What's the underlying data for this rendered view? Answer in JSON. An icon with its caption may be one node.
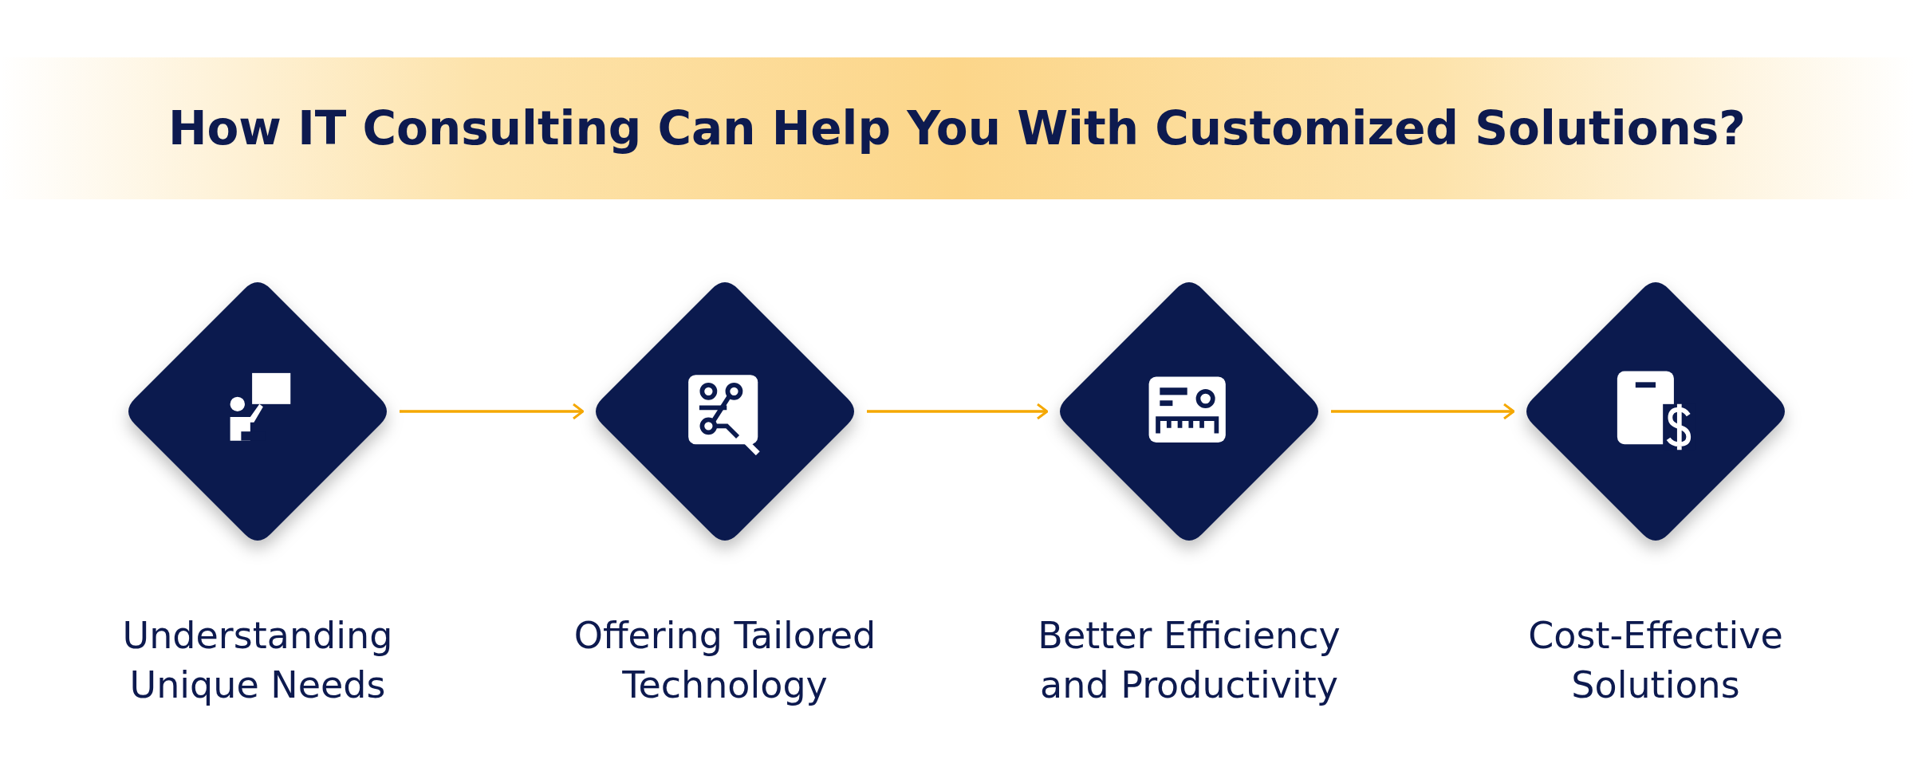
{
  "diagram": {
    "title": "How IT Consulting Can Help You With Customized Solutions?",
    "nodes": [
      {
        "text": [],
        "shape": "diamond",
        "beside": [
          "Understanding Unique Needs"
        ]
      },
      {
        "text": [],
        "shape": "diamond",
        "beside": [
          "Offering Tailored Technology"
        ]
      },
      {
        "text": [],
        "shape": "diamond",
        "beside": [
          "Better Efficiency and Productivity"
        ]
      },
      {
        "text": [],
        "shape": "diamond",
        "beside": [
          "Cost-Effective Solutions"
        ]
      }
    ],
    "edges": [
      {
        "from": 0,
        "to": 1,
        "arrow": "to"
      },
      {
        "from": 1,
        "to": 2,
        "arrow": "to"
      },
      {
        "from": 2,
        "to": 3,
        "arrow": "to"
      }
    ]
  }
}
